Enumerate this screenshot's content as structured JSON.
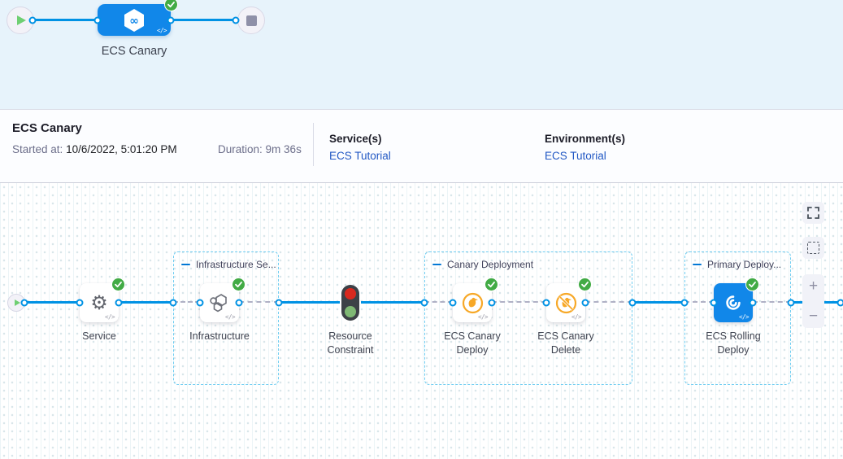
{
  "header_banner": {
    "pipeline_node": {
      "label": "ECS Canary",
      "status": "success"
    },
    "code_badge": "</>"
  },
  "info_bar": {
    "title": "ECS Canary",
    "started_label": "Started at:",
    "started_value": "10/6/2022, 5:01:20 PM",
    "duration_label": "Duration:",
    "duration_value": "9m 36s",
    "services_label": "Service(s)",
    "services_value": "ECS Tutorial",
    "environments_label": "Environment(s)",
    "environments_value": "ECS Tutorial"
  },
  "canvas": {
    "code_badge": "</>",
    "groups": [
      {
        "label": "Infrastructure Se..."
      },
      {
        "label": "Canary Deployment"
      },
      {
        "label": "Primary Deploy..."
      }
    ],
    "nodes": [
      {
        "label": "Service",
        "status": "success"
      },
      {
        "label": "Infrastructure",
        "status": "success"
      },
      {
        "label": "Resource Constraint"
      },
      {
        "label": "ECS Canary Deploy",
        "status": "success"
      },
      {
        "label": "ECS Canary Delete",
        "status": "success"
      },
      {
        "label": "ECS Rolling Deploy",
        "status": "success"
      }
    ],
    "controls": {
      "zoom_in": "+",
      "zoom_out": "−"
    }
  },
  "colors": {
    "accent_blue": "#0092e4",
    "node_blue": "#1187e9",
    "success_green": "#42ab45",
    "link_blue": "#2258c4",
    "group_border": "#6fcdf1",
    "canary_amber": "#f7a827",
    "traffic_red": "#d9281e",
    "traffic_green": "#7fb874"
  }
}
